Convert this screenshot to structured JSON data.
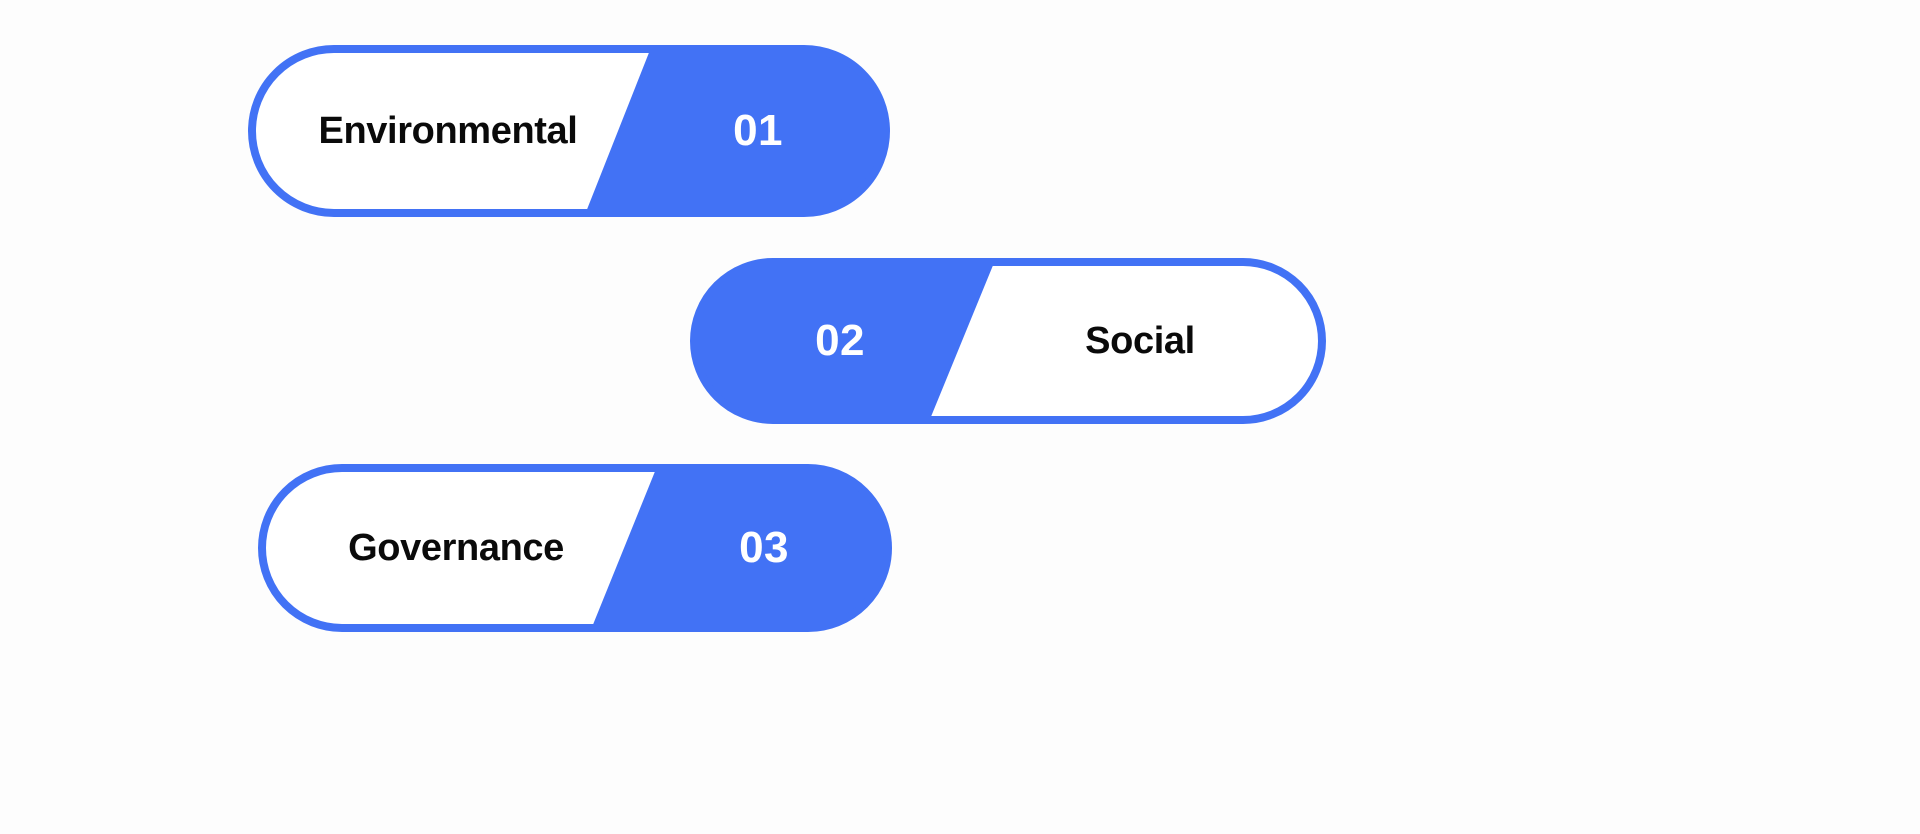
{
  "theme": {
    "background": "#fdfdfd",
    "accent_blue": "#4272f5",
    "fill_white": "#ffffff",
    "text_dark": "#0a0a0a",
    "text_light": "#ffffff"
  },
  "diagram": {
    "type": "esg-pillars-list",
    "items": [
      {
        "number": "01",
        "label": "Environmental",
        "orientation": "label-left-number-right",
        "label_color": "#0a0a0a",
        "number_color": "#ffffff"
      },
      {
        "number": "02",
        "label": "Social",
        "orientation": "number-left-label-right",
        "label_color": "#0a0a0a",
        "number_color": "#ffffff"
      },
      {
        "number": "03",
        "label": "Governance",
        "orientation": "label-left-number-right",
        "label_color": "#0a0a0a",
        "number_color": "#ffffff"
      }
    ]
  }
}
